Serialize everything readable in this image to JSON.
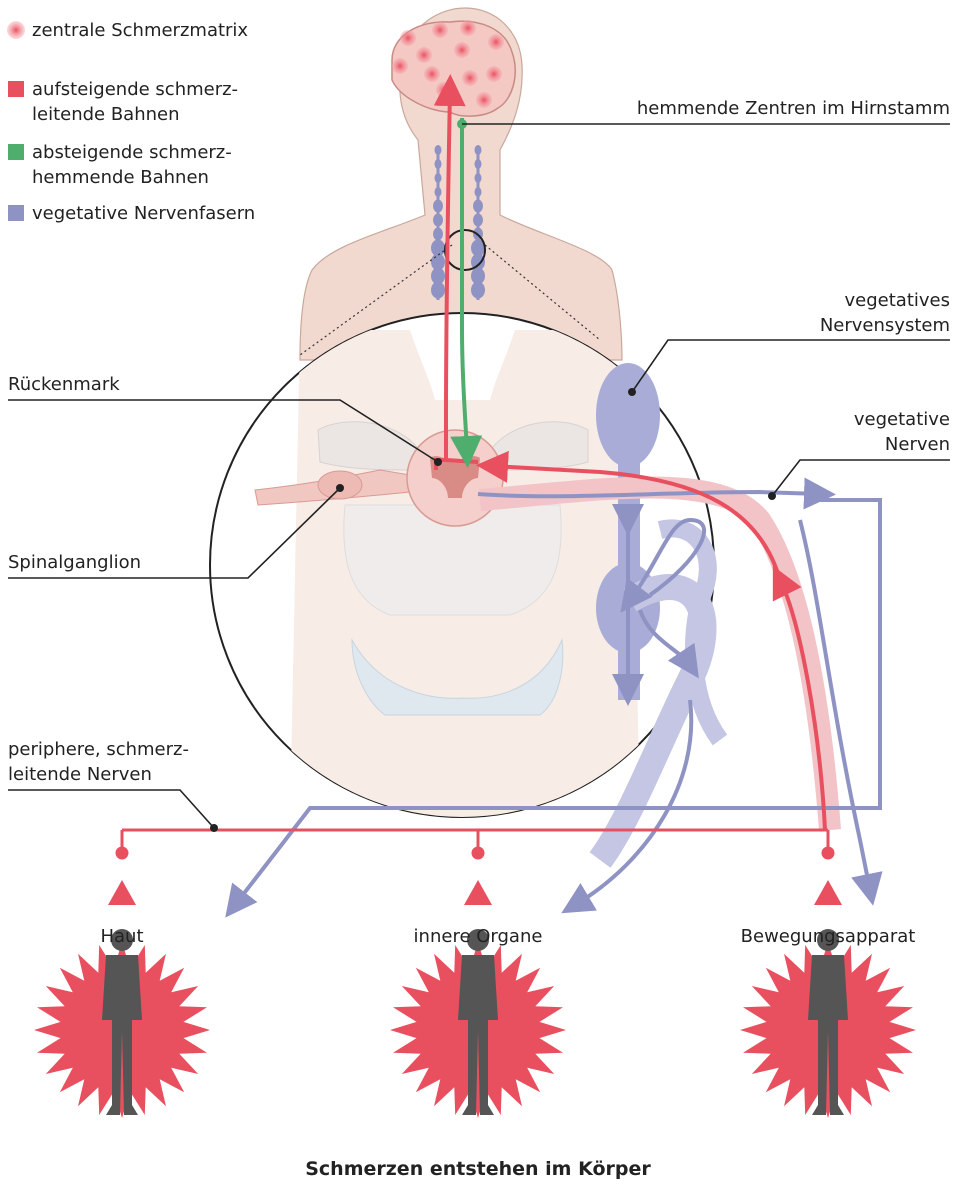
{
  "legend": {
    "items": [
      {
        "lines": [
          "zentrale Schmerzmatrix"
        ],
        "marker": "dot",
        "color": "#e9505f"
      },
      {
        "lines": [
          "aufsteigende schmerz-",
          "leitende Bahnen"
        ],
        "marker": "square",
        "color": "#e9505f"
      },
      {
        "lines": [
          "absteigende schmerz-",
          "hemmende Bahnen"
        ],
        "marker": "square",
        "color": "#4fae6e"
      },
      {
        "lines": [
          "vegetative Nervenfasern"
        ],
        "marker": "square",
        "color": "#8f93c4"
      }
    ]
  },
  "labels": {
    "hirnstamm": "hemmende Zentren im Hirnstamm",
    "vns_1": "vegetatives",
    "vns_2": "Nervensystem",
    "rueckenmark": "Rückenmark",
    "vnerven_1": "vegetative",
    "vnerven_2": "Nerven",
    "spinalganglion": "Spinalganglion",
    "periphere_1": "periphere, schmerz-",
    "periphere_2": "leitende Nerven"
  },
  "targets": [
    {
      "label": "Haut",
      "icon": "figure-skin-pain-icon"
    },
    {
      "label": "innere Organe",
      "icon": "figure-organ-pain-icon"
    },
    {
      "label": "Bewegungsapparat",
      "icon": "figure-musculoskeletal-pain-icon"
    }
  ],
  "footer": {
    "title": "Schmerzen entstehen im Körper"
  },
  "colors": {
    "pain_red": "#e9505f",
    "inhibit_green": "#4fae6e",
    "vegetative_blue": "#8f93c4",
    "body_skin": "#f1d9cf",
    "figure_gray": "#555555"
  }
}
